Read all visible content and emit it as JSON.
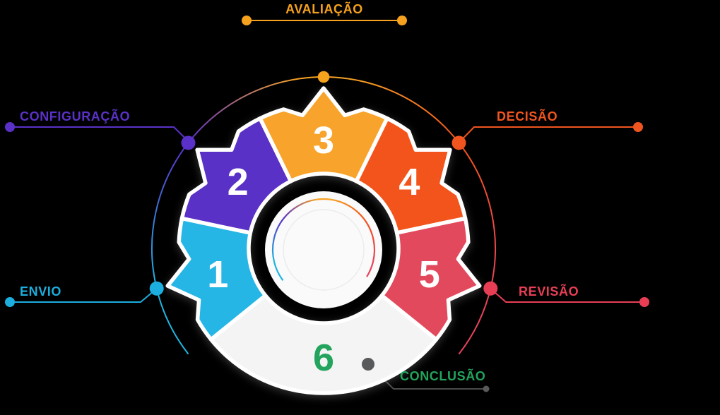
{
  "background_color": "#000000",
  "wheel": {
    "segments": [
      {
        "number": "1",
        "color": "#26B6E6",
        "number_color": "#FFFFFF"
      },
      {
        "number": "2",
        "color": "#5A31C6",
        "number_color": "#FFFFFF"
      },
      {
        "number": "3",
        "color": "#F8A42C",
        "number_color": "#FFFFFF"
      },
      {
        "number": "4",
        "color": "#F3541B",
        "number_color": "#FFFFFF"
      },
      {
        "number": "5",
        "color": "#E2495C",
        "number_color": "#FFFFFF"
      },
      {
        "number": "6",
        "color": "#F4F4F5",
        "number_color": "#23A45C"
      }
    ],
    "center_disc_color": "#FAFAFB",
    "rim_color": "#FFFFFF"
  },
  "callouts": {
    "avaliacao": {
      "label": "AVALIAÇÃO",
      "color": "#F6A21E"
    },
    "configuracao": {
      "label": "CONFIGURAÇÃO",
      "color": "#5A31C8"
    },
    "decisao": {
      "label": "DECISÃO",
      "color": "#F1551F"
    },
    "envio": {
      "label": "ENVIO",
      "color": "#1CAEDE"
    },
    "revisao": {
      "label": "REVISÃO",
      "color": "#E83E55"
    },
    "conclusao": {
      "label": "CONCLUSÃO",
      "color": "#23A45C",
      "line_color": "#4A4A4C",
      "dot_color": "#58595B"
    }
  },
  "accent_colors": {
    "cyan": "#1FB6E2",
    "purple": "#5A31C8",
    "orange": "#F7A324",
    "orange_red": "#F2551D",
    "red": "#E8435A"
  }
}
